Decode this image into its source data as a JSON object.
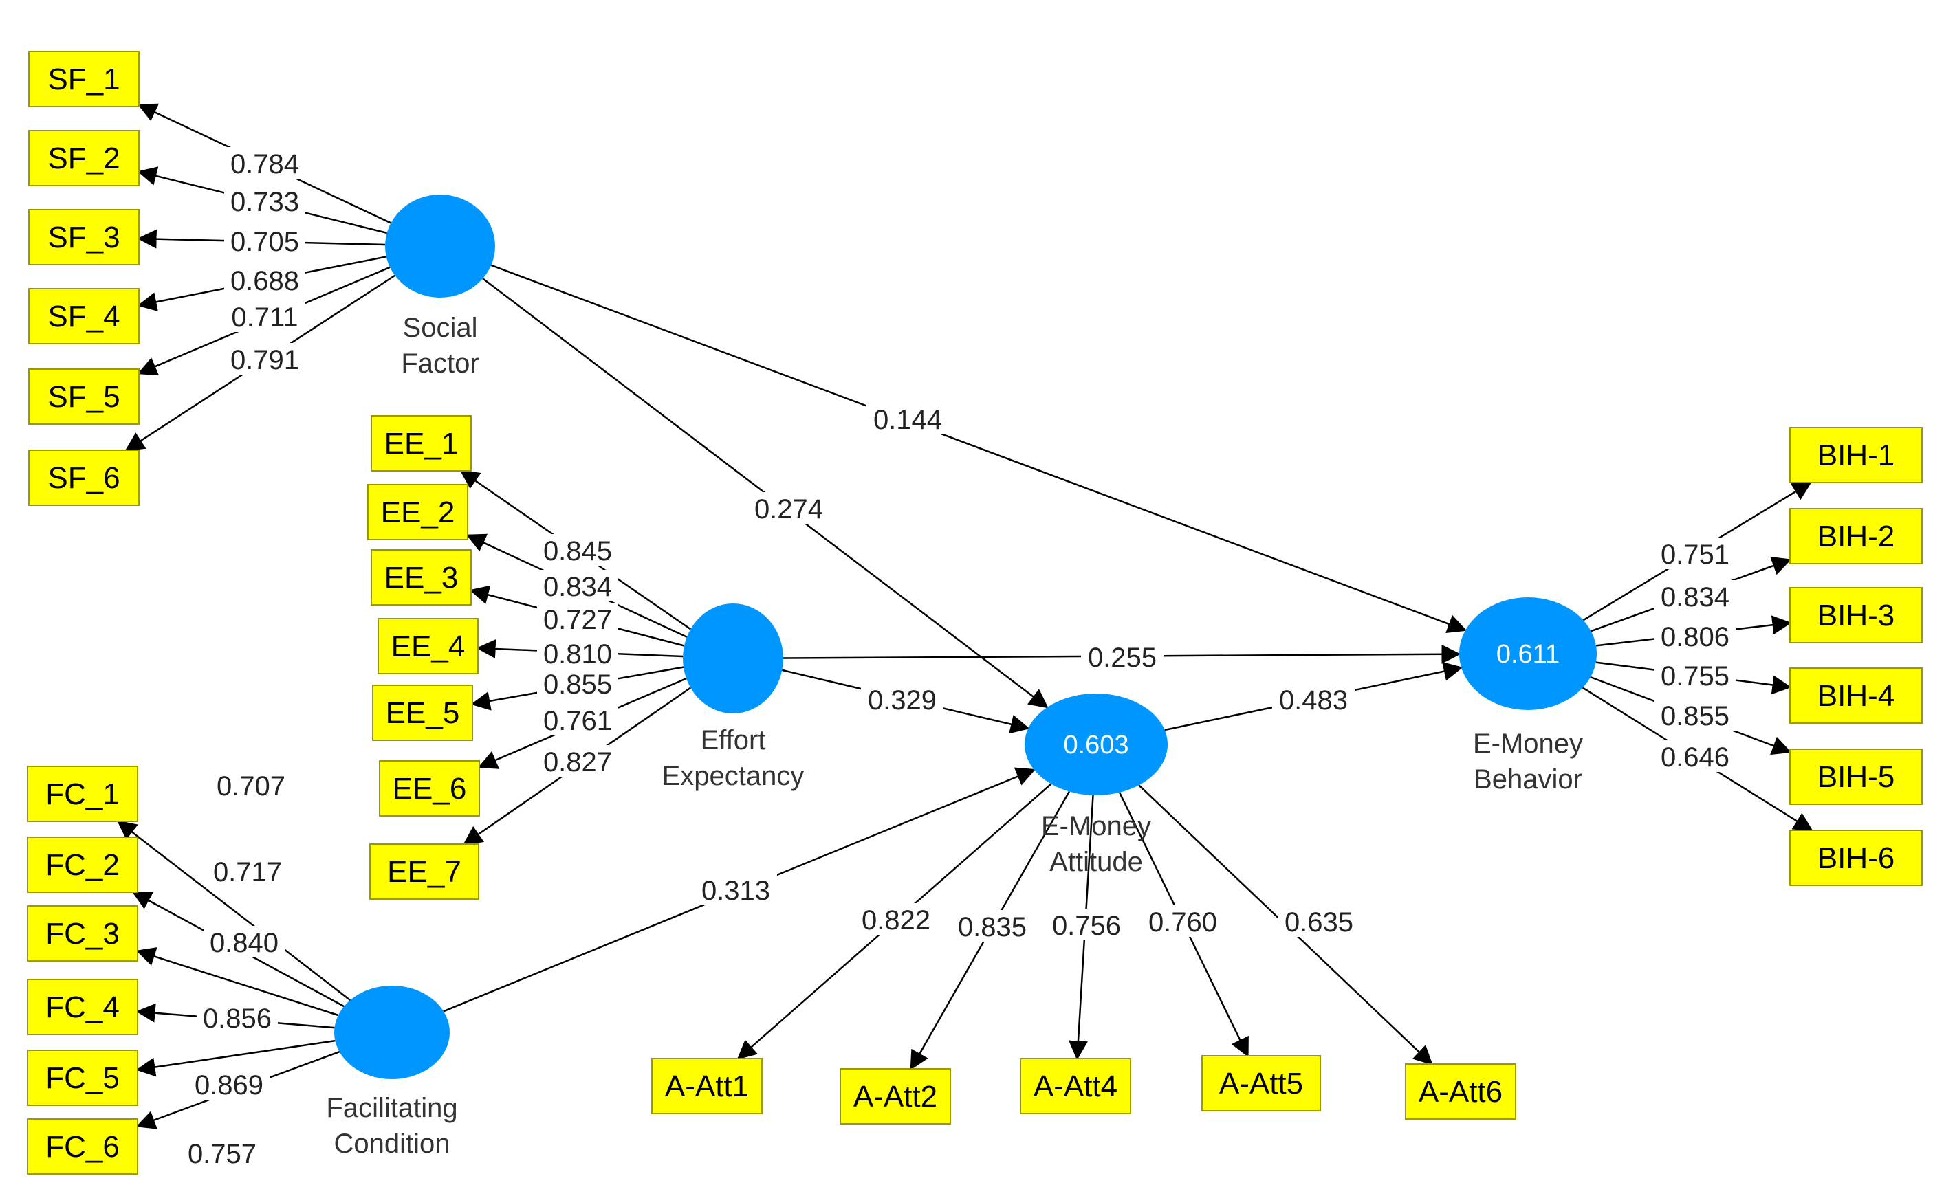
{
  "latent_variables": [
    {
      "id": "SF",
      "label_lines": [
        "Social",
        "Factor"
      ],
      "r2": ""
    },
    {
      "id": "EE",
      "label_lines": [
        "Effort",
        "Expectancy"
      ],
      "r2": ""
    },
    {
      "id": "FC",
      "label_lines": [
        "Facilitating",
        "Condition"
      ],
      "r2": ""
    },
    {
      "id": "ATT",
      "label_lines": [
        "E-Money",
        "Attitude"
      ],
      "r2": "0.603"
    },
    {
      "id": "BEH",
      "label_lines": [
        "E-Money",
        "Behavior"
      ],
      "r2": "0.611"
    }
  ],
  "indicators": [
    {
      "id": "SF_1",
      "label": "SF_1",
      "latent": "SF",
      "loading": "0.784"
    },
    {
      "id": "SF_2",
      "label": "SF_2",
      "latent": "SF",
      "loading": "0.733"
    },
    {
      "id": "SF_3",
      "label": "SF_3",
      "latent": "SF",
      "loading": "0.705"
    },
    {
      "id": "SF_4",
      "label": "SF_4",
      "latent": "SF",
      "loading": "0.688"
    },
    {
      "id": "SF_5",
      "label": "SF_5",
      "latent": "SF",
      "loading": "0.711"
    },
    {
      "id": "SF_6",
      "label": "SF_6",
      "latent": "SF",
      "loading": "0.791"
    },
    {
      "id": "EE_1",
      "label": "EE_1",
      "latent": "EE",
      "loading": "0.845"
    },
    {
      "id": "EE_2",
      "label": "EE_2",
      "latent": "EE",
      "loading": "0.834"
    },
    {
      "id": "EE_3",
      "label": "EE_3",
      "latent": "EE",
      "loading": "0.727"
    },
    {
      "id": "EE_4",
      "label": "EE_4",
      "latent": "EE",
      "loading": "0.810"
    },
    {
      "id": "EE_5",
      "label": "EE_5",
      "latent": "EE",
      "loading": "0.855"
    },
    {
      "id": "EE_6",
      "label": "EE_6",
      "latent": "EE",
      "loading": "0.761"
    },
    {
      "id": "EE_7",
      "label": "EE_7",
      "latent": "EE",
      "loading": "0.827"
    },
    {
      "id": "FC_1",
      "label": "FC_1",
      "latent": "FC",
      "loading": "0.707"
    },
    {
      "id": "FC_2",
      "label": "FC_2",
      "latent": "FC",
      "loading": "0.717"
    },
    {
      "id": "FC_3",
      "label": "FC_3",
      "latent": "FC",
      "loading": "0.840"
    },
    {
      "id": "FC_4",
      "label": "FC_4",
      "latent": "FC",
      "loading": "0.856"
    },
    {
      "id": "FC_5",
      "label": "FC_5",
      "latent": "FC",
      "loading": "0.869"
    },
    {
      "id": "FC_6",
      "label": "FC_6",
      "latent": "FC",
      "loading": "0.757"
    },
    {
      "id": "A-Att1",
      "label": "A-Att1",
      "latent": "ATT",
      "loading": "0.822"
    },
    {
      "id": "A-Att2",
      "label": "A-Att2",
      "latent": "ATT",
      "loading": "0.835"
    },
    {
      "id": "A-Att4",
      "label": "A-Att4",
      "latent": "ATT",
      "loading": "0.756"
    },
    {
      "id": "A-Att5",
      "label": "A-Att5",
      "latent": "ATT",
      "loading": "0.760"
    },
    {
      "id": "A-Att6",
      "label": "A-Att6",
      "latent": "ATT",
      "loading": "0.635"
    },
    {
      "id": "BIH-1",
      "label": "BIH-1",
      "latent": "BEH",
      "loading": "0.751"
    },
    {
      "id": "BIH-2",
      "label": "BIH-2",
      "latent": "BEH",
      "loading": "0.834"
    },
    {
      "id": "BIH-3",
      "label": "BIH-3",
      "latent": "BEH",
      "loading": "0.806"
    },
    {
      "id": "BIH-4",
      "label": "BIH-4",
      "latent": "BEH",
      "loading": "0.755"
    },
    {
      "id": "BIH-5",
      "label": "BIH-5",
      "latent": "BEH",
      "loading": "0.855"
    },
    {
      "id": "BIH-6",
      "label": "BIH-6",
      "latent": "BEH",
      "loading": "0.646"
    }
  ],
  "paths": [
    {
      "from": "SF",
      "to": "BEH",
      "coefficient": "0.144"
    },
    {
      "from": "SF",
      "to": "ATT",
      "coefficient": "0.274"
    },
    {
      "from": "EE",
      "to": "BEH",
      "coefficient": "0.255"
    },
    {
      "from": "EE",
      "to": "ATT",
      "coefficient": "0.329"
    },
    {
      "from": "ATT",
      "to": "BEH",
      "coefficient": "0.483"
    },
    {
      "from": "FC",
      "to": "ATT",
      "coefficient": "0.313"
    }
  ],
  "colors": {
    "latent_fill": "#0096ff",
    "indicator_fill": "#ffff00",
    "indicator_border": "#9a9a00",
    "line": "#000000"
  }
}
